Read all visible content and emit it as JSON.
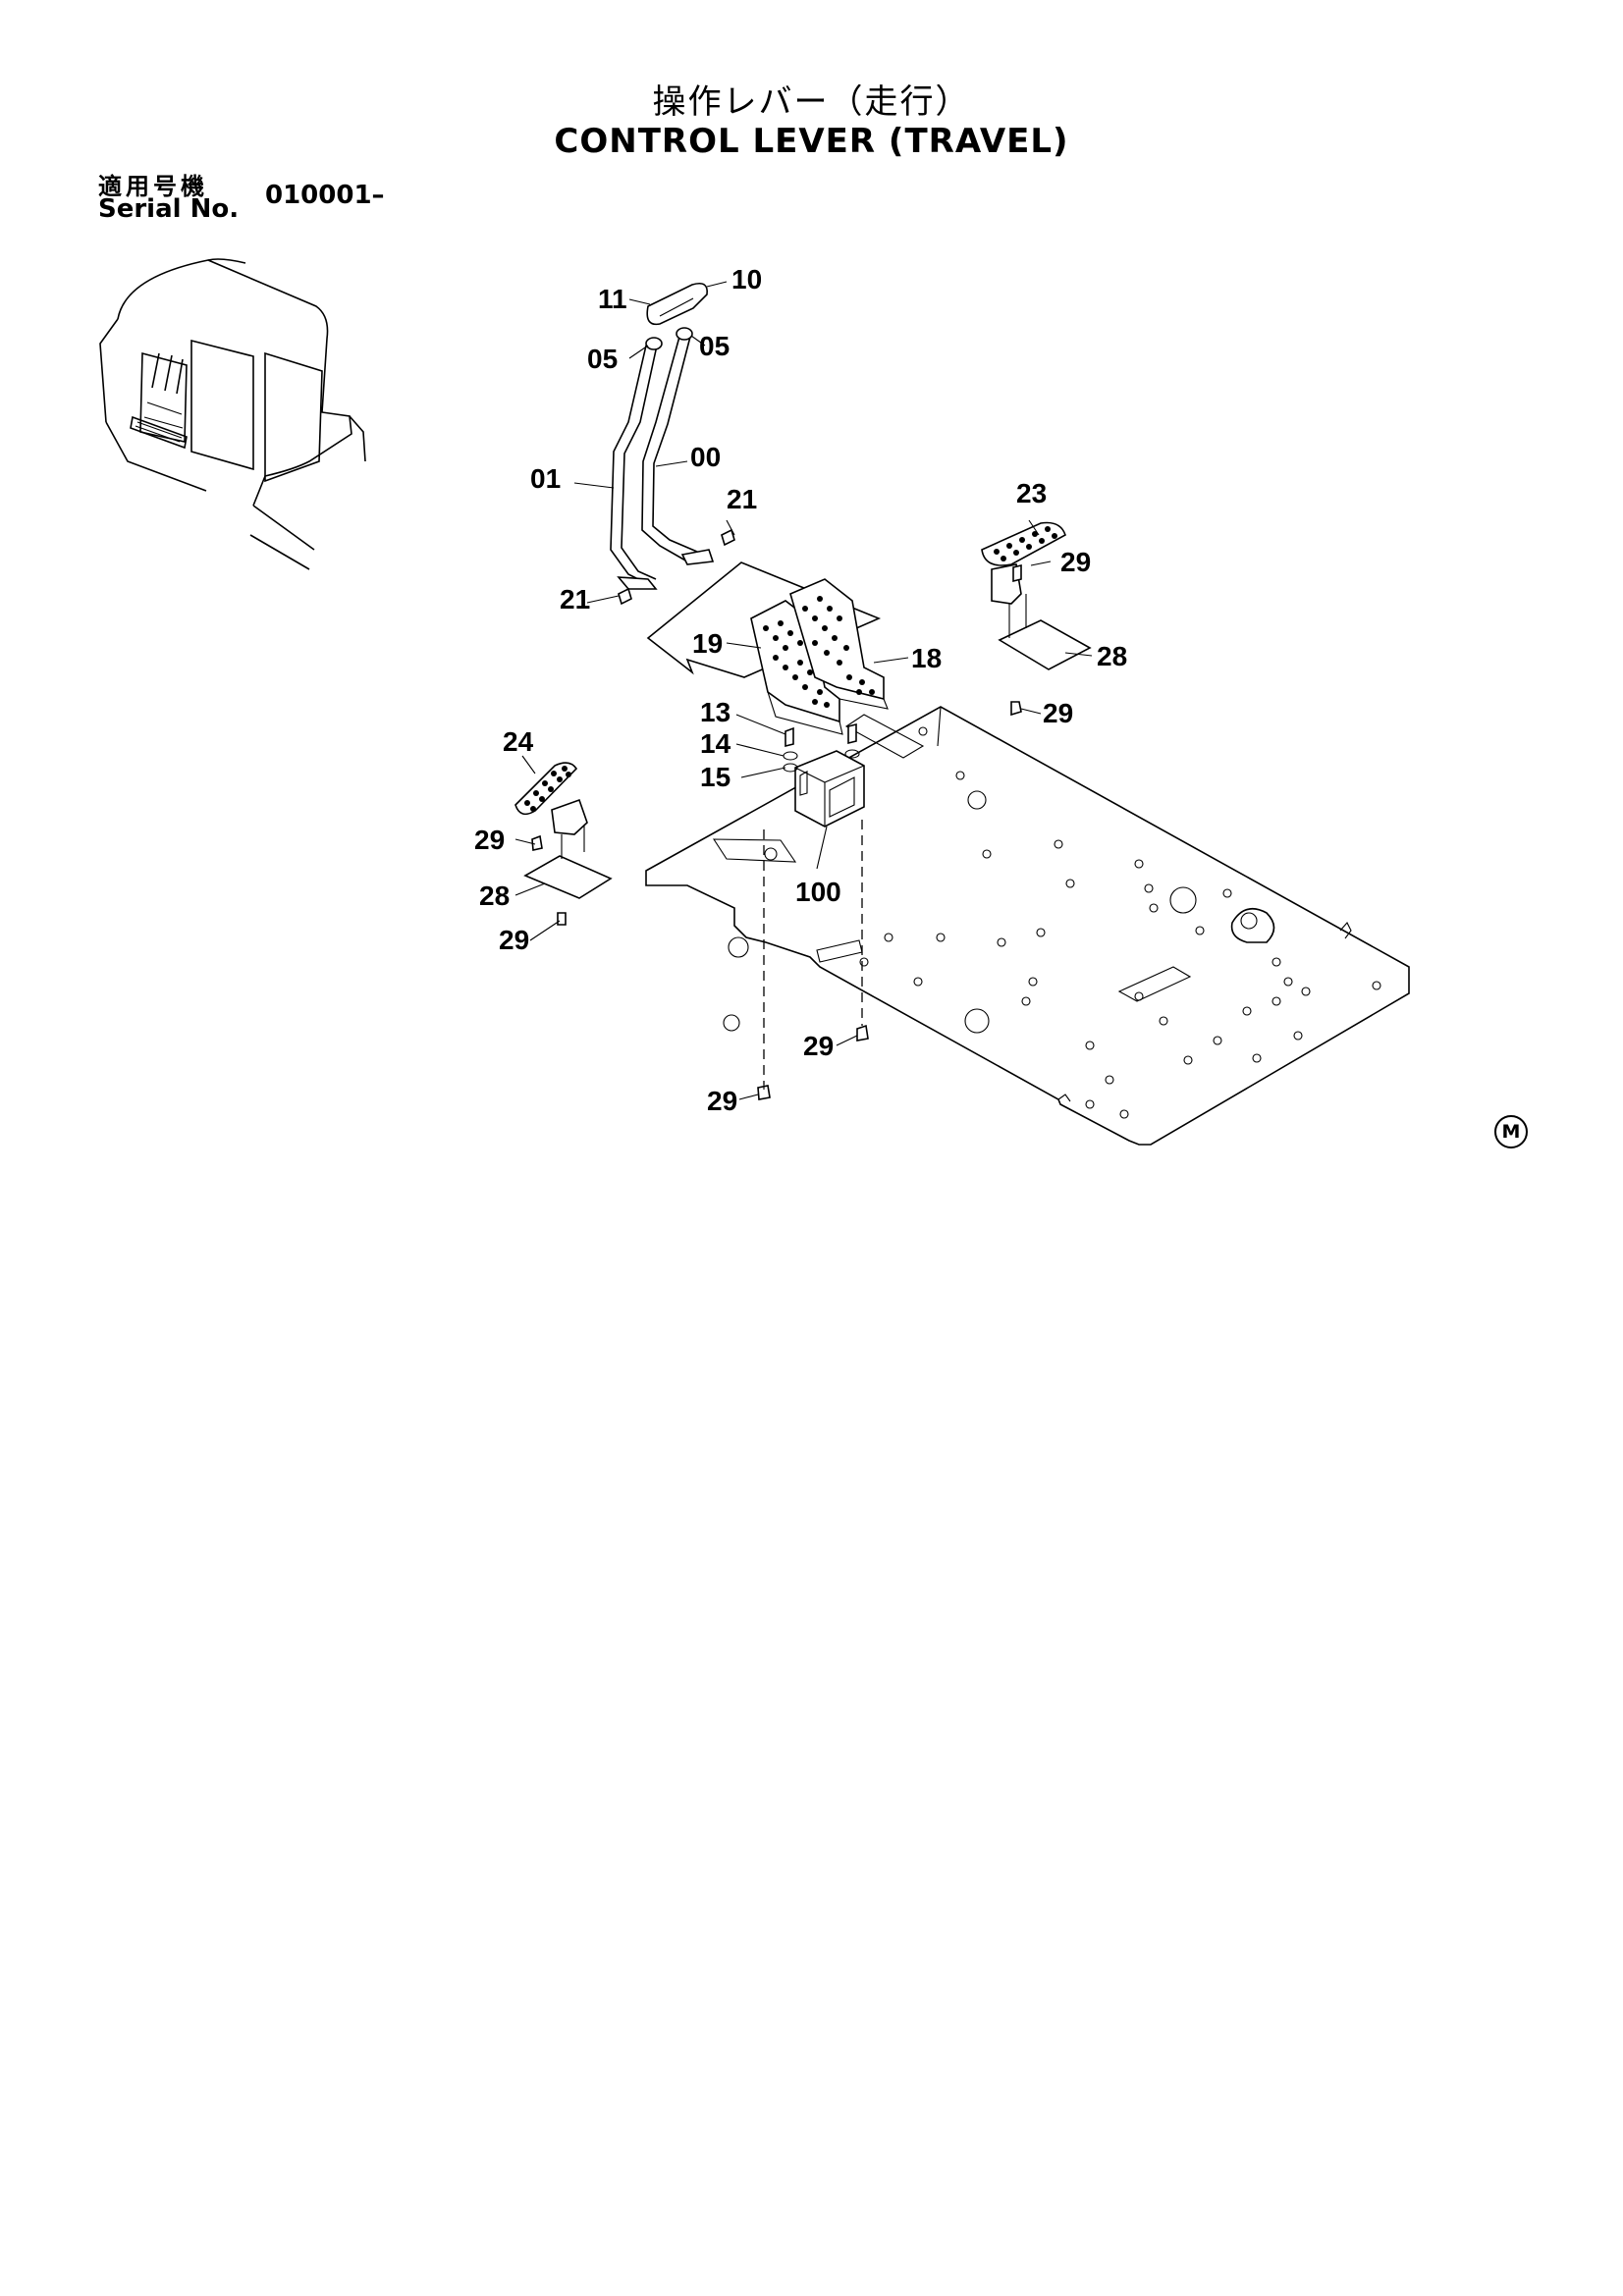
{
  "header": {
    "title_jp": "操作レバー（走行）",
    "title_en": "CONTROL LEVER (TRAVEL)",
    "serial_label_jp": "適用号機",
    "serial_label_en": "Serial No.",
    "serial_value": "010001–"
  },
  "callouts": [
    "11",
    "10",
    "05",
    "05",
    "01",
    "00",
    "21",
    "21",
    "23",
    "29",
    "19",
    "18",
    "28",
    "29",
    "13",
    "14",
    "15",
    "24",
    "29",
    "28",
    "29",
    "100",
    "29",
    "29"
  ],
  "stamp": "M"
}
